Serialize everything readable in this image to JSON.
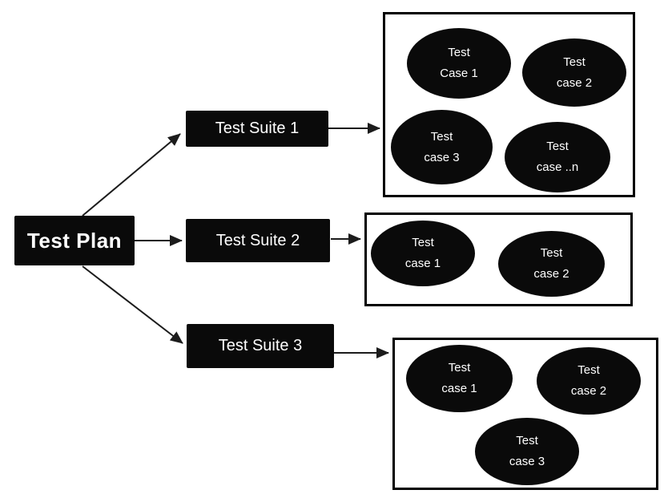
{
  "root": {
    "label": "Test Plan"
  },
  "suites": [
    {
      "label": "Test Suite 1",
      "cases": [
        {
          "line1": "Test",
          "line2": "Case 1"
        },
        {
          "line1": "Test",
          "line2": "case 2"
        },
        {
          "line1": "Test",
          "line2": "case 3"
        },
        {
          "line1": "Test",
          "line2": "case ..n"
        }
      ]
    },
    {
      "label": "Test Suite 2",
      "cases": [
        {
          "line1": "Test",
          "line2": "case 1"
        },
        {
          "line1": "Test",
          "line2": "case 2"
        }
      ]
    },
    {
      "label": "Test Suite 3",
      "cases": [
        {
          "line1": "Test",
          "line2": "case 1"
        },
        {
          "line1": "Test",
          "line2": "case 2"
        },
        {
          "line1": "Test",
          "line2": "case 3"
        }
      ]
    }
  ],
  "colors": {
    "background": "#ffffff",
    "shape_fill": "#0a0a0a",
    "shape_text": "#ffffff",
    "container_border": "#000000",
    "arrow": "#1c1c1c"
  }
}
